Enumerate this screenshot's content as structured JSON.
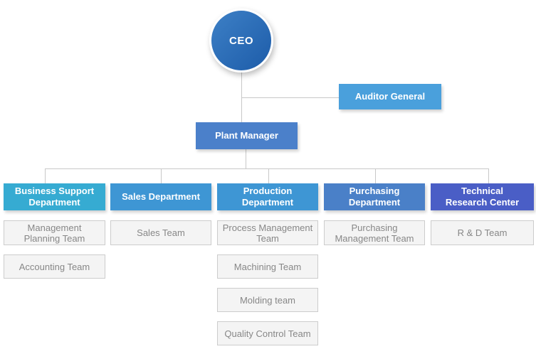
{
  "ceo": {
    "label": "CEO",
    "color_top": "#3d80c6",
    "color_bottom": "#1d5ca9"
  },
  "auditor_general": {
    "label": "Auditor General",
    "color": "#4aa0dc"
  },
  "plant_manager": {
    "label": "Plant Manager",
    "color": "#4b80ca"
  },
  "departments": [
    {
      "label": "Business Support\nDepartment",
      "color": "#36abd2",
      "teams": [
        "Management\nPlanning Team",
        "Accounting Team"
      ]
    },
    {
      "label": "Sales Department",
      "color": "#3e96d4",
      "teams": [
        "Sales Team"
      ]
    },
    {
      "label": "Production Department",
      "color": "#3e96d4",
      "teams": [
        "Process Management\nTeam",
        "Machining Team",
        "Molding team",
        "Quality Control Team"
      ]
    },
    {
      "label": "Purchasing Department",
      "color": "#4a80c8",
      "teams": [
        "Purchasing\nManagement Team"
      ]
    },
    {
      "label": "Technical\nResearch Center",
      "color": "#4a5ec6",
      "teams": [
        "R & D Team"
      ]
    }
  ],
  "styles": {
    "line_color": "#c8c8c8",
    "team_bg": "#f4f4f4",
    "team_border": "#cccccc",
    "team_text": "#878787"
  }
}
